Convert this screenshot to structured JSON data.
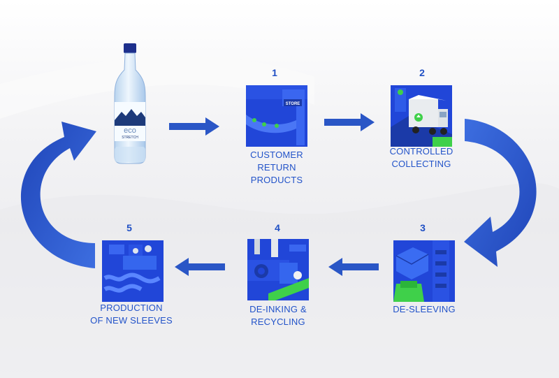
{
  "steps": [
    {
      "number": "1",
      "label_lines": [
        "CUSTOMER",
        "RETURN",
        "PRODUCTS"
      ],
      "sign": "STORE",
      "icon": "store-return-icon"
    },
    {
      "number": "2",
      "label_lines": [
        "CONTROLLED",
        "COLLECTING"
      ],
      "icon": "recycling-truck-icon"
    },
    {
      "number": "3",
      "label_lines": [
        "DE-SLEEVING"
      ],
      "icon": "de-sleeving-machine-icon"
    },
    {
      "number": "4",
      "label_lines": [
        "DE-INKING &",
        "RECYCLING"
      ],
      "icon": "de-inking-machine-icon"
    },
    {
      "number": "5",
      "label_lines": [
        "PRODUCTION",
        "OF NEW SLEEVES"
      ],
      "icon": "sleeve-production-icon"
    }
  ],
  "bottle": {
    "brand_line1": "eco",
    "brand_line2": "STRETCH",
    "icon": "water-bottle-icon"
  },
  "colors": {
    "accent": "#1f4fc4",
    "arrow": "#2a56c6",
    "tile": "#2146d8",
    "green": "#3fd04a",
    "label": "#2253c9"
  }
}
